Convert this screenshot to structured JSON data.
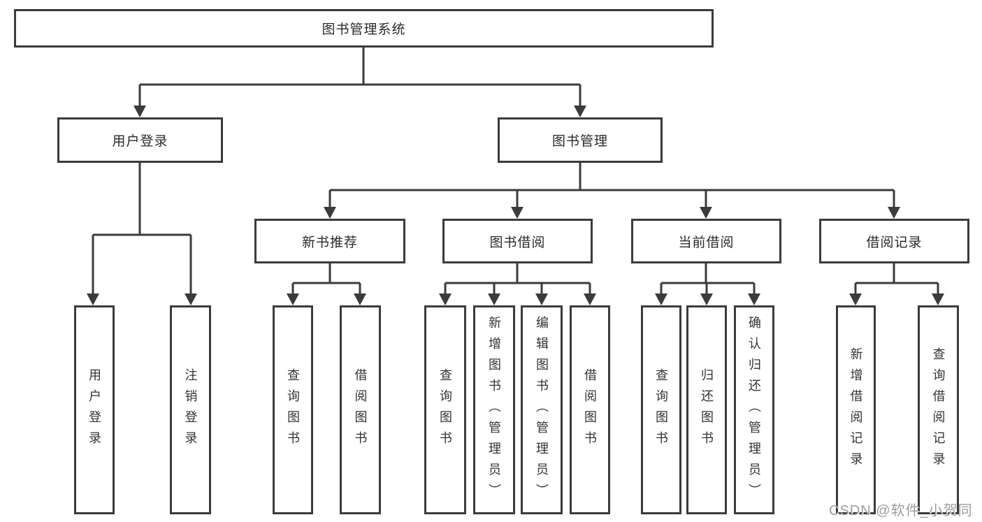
{
  "diagram": {
    "root": {
      "label": "图书管理系统"
    },
    "branches": [
      {
        "label": "用户登录",
        "children": [
          {
            "label": "用户登录"
          },
          {
            "label": "注销登录"
          }
        ]
      },
      {
        "label": "图书管理",
        "groups": [
          {
            "label": "新书推荐",
            "children": [
              {
                "label": "查询图书"
              },
              {
                "label": "借阅图书"
              }
            ]
          },
          {
            "label": "图书借阅",
            "children": [
              {
                "label": "查询图书"
              },
              {
                "label": "新增图书（管理员）"
              },
              {
                "label": "编辑图书（管理员）"
              },
              {
                "label": "借阅图书"
              }
            ]
          },
          {
            "label": "当前借阅",
            "children": [
              {
                "label": "查询图书"
              },
              {
                "label": "归还图书"
              },
              {
                "label": "确认归还（管理员）"
              }
            ]
          },
          {
            "label": "借阅记录",
            "children": [
              {
                "label": "新增借阅记录"
              },
              {
                "label": "查询借阅记录"
              }
            ]
          }
        ]
      }
    ],
    "watermark": "CSDN @软件_小贺同学",
    "colors": {
      "line": "#3b3b3b",
      "text": "#2a2a2a",
      "background": "#ffffff",
      "watermark": "#9d9d9d"
    }
  }
}
